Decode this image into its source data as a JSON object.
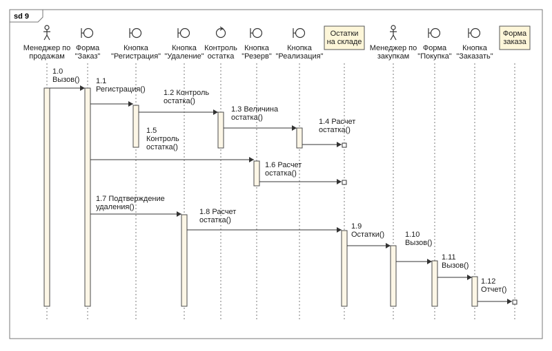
{
  "frame_title": "sd 9",
  "colors": {
    "activation_fill": "#fcf6e6",
    "entity_fill": "#fdf6d9",
    "line": "#333333"
  },
  "lifelines": [
    {
      "id": "m1",
      "kind": "actor-icon",
      "label": [
        "Менеджер по",
        "продажам"
      ]
    },
    {
      "id": "f1",
      "kind": "boundary-icon",
      "label": [
        "Форма",
        "\"Заказ\""
      ]
    },
    {
      "id": "b1",
      "kind": "boundary-icon",
      "label": [
        "Кнопка",
        "\"Регистрация\""
      ]
    },
    {
      "id": "b2",
      "kind": "boundary-icon",
      "label": [
        "Кнопка",
        "\"Удаление\""
      ]
    },
    {
      "id": "c1",
      "kind": "control-icon",
      "label": [
        "Контроль",
        "остатка"
      ]
    },
    {
      "id": "b3",
      "kind": "boundary-icon",
      "label": [
        "Кнопка",
        "\"Резерв\""
      ]
    },
    {
      "id": "b4",
      "kind": "boundary-icon",
      "label": [
        "Кнопка",
        "\"Реализация\""
      ]
    },
    {
      "id": "e1",
      "kind": "entity-box",
      "label": [
        "Остатки",
        "на складе"
      ]
    },
    {
      "id": "m2",
      "kind": "actor-icon",
      "label": [
        "Менеджер по",
        "закупкам"
      ]
    },
    {
      "id": "f2",
      "kind": "boundary-icon",
      "label": [
        "Форма",
        "\"Покупка\""
      ]
    },
    {
      "id": "b5",
      "kind": "boundary-icon",
      "label": [
        "Кнопка",
        "\"Заказать\""
      ]
    },
    {
      "id": "f3",
      "kind": "entity-box",
      "label": [
        "Форма",
        "заказа"
      ]
    }
  ],
  "messages": [
    {
      "num": "1.0",
      "label": [
        "1.0",
        "Вызов()"
      ]
    },
    {
      "num": "1.1",
      "label": [
        "1.1",
        "Регистрация()"
      ]
    },
    {
      "num": "1.2",
      "label": [
        "1.2 Контроль",
        "остатка()"
      ]
    },
    {
      "num": "1.3",
      "label": [
        "1.3 Величина",
        "остатка()"
      ]
    },
    {
      "num": "1.4",
      "label": [
        "1.4 Расчет",
        "остатка()"
      ]
    },
    {
      "num": "1.5",
      "label": [
        "1.5",
        "Контроль",
        "остатка()"
      ]
    },
    {
      "num": "1.6",
      "label": [
        "1.6 Расчет",
        "остатка()"
      ]
    },
    {
      "num": "1.7",
      "label": [
        "1.7 Подтверждение",
        "удаления()"
      ]
    },
    {
      "num": "1.8",
      "label": [
        "1.8 Расчет",
        "остатка()"
      ]
    },
    {
      "num": "1.9",
      "label": [
        "1.9",
        "Остатки()"
      ]
    },
    {
      "num": "1.10",
      "label": [
        "1.10",
        "Вызов()"
      ]
    },
    {
      "num": "1.11",
      "label": [
        "1.11",
        "Вызов()"
      ]
    },
    {
      "num": "1.12",
      "label": [
        "1.12",
        "Отчет()"
      ]
    }
  ]
}
